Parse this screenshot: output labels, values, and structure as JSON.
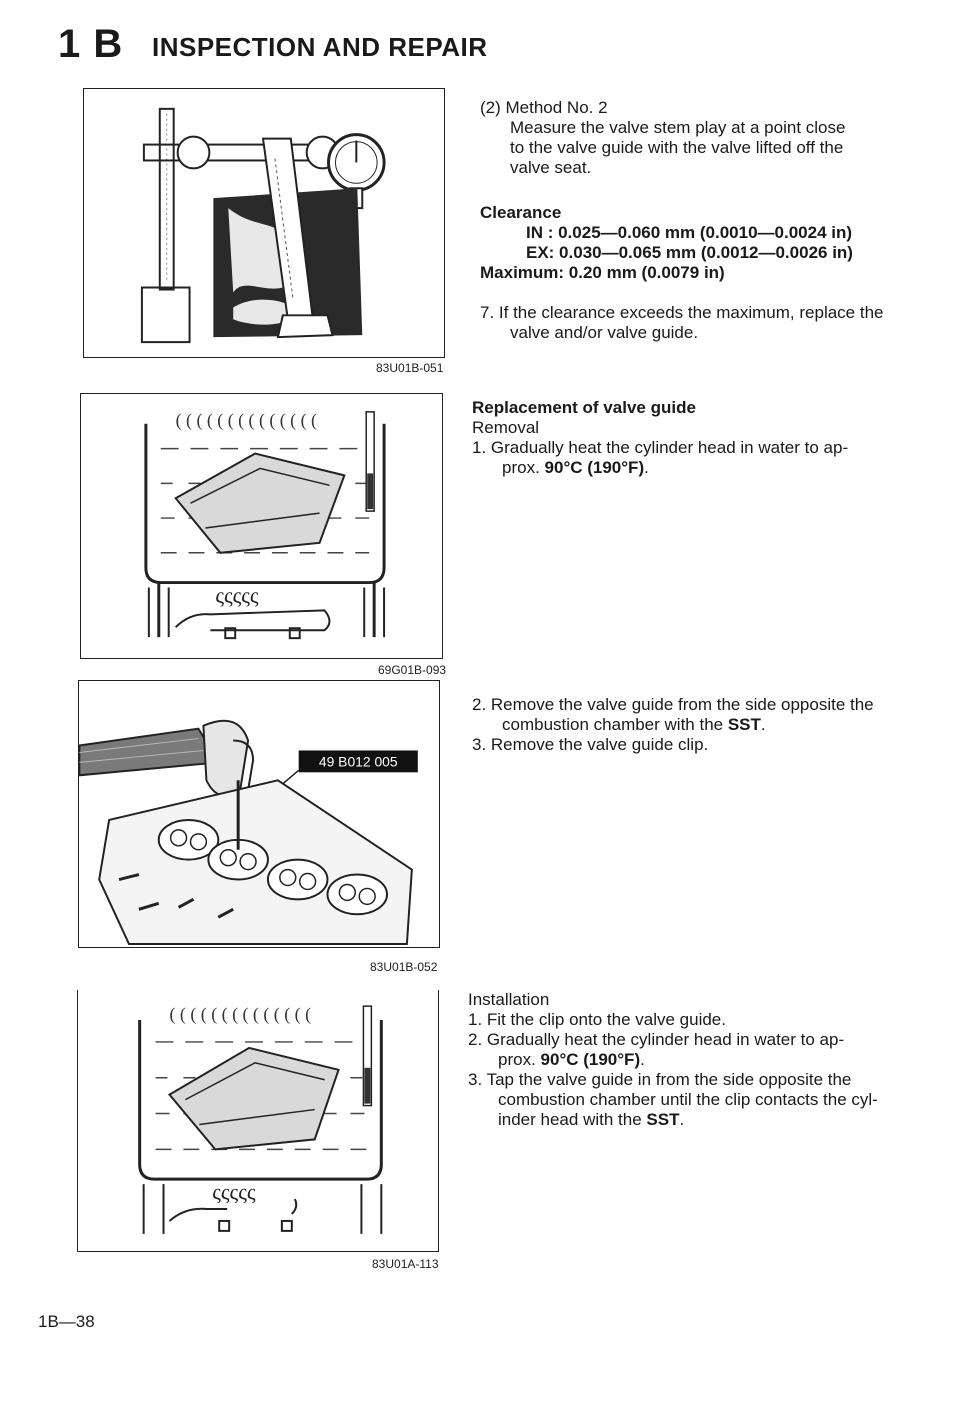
{
  "header": {
    "section_number": "1 B",
    "title": "INSPECTION AND REPAIR"
  },
  "figures": [
    {
      "caption": "83U01B-051"
    },
    {
      "caption": "69G01B-093"
    },
    {
      "caption": "83U01B-052",
      "tool_label": "49 B012 005"
    },
    {
      "caption": "83U01A-113"
    }
  ],
  "method2": {
    "heading": "(2) Method No. 2",
    "body_lines": [
      "Measure the valve stem play at a point close",
      "to the valve guide with the valve lifted off the",
      "valve seat."
    ]
  },
  "clearance": {
    "label": "Clearance",
    "in_spec": "IN : 0.025—0.060 mm (0.0010—0.0024 in)",
    "ex_spec": "EX: 0.030—0.065 mm (0.0012—0.0026 in)",
    "max_spec": "Maximum: 0.20 mm (0.0079 in)"
  },
  "step7": {
    "line1": "7. If the clearance exceeds the maximum, replace the",
    "line2": "valve and/or valve guide."
  },
  "replacement": {
    "heading": "Replacement of valve guide",
    "removal_label": "Removal",
    "step1_line1": "1. Gradually heat the cylinder head in water to ap-",
    "step1_line2_prefix": "prox. ",
    "step1_temp": "90°C (190°F)",
    "step1_suffix": "."
  },
  "removal_steps": {
    "step2_line1": "2. Remove the valve guide from the side opposite the",
    "step2_line2_prefix": "combustion chamber with the ",
    "step2_sst": "SST",
    "step2_suffix": ".",
    "step3": "3. Remove the valve guide clip."
  },
  "installation": {
    "label": "Installation",
    "step1": "1. Fit the clip onto the valve guide.",
    "step2_line1": "2. Gradually heat the cylinder head in water to ap-",
    "step2_line2_prefix": "prox. ",
    "step2_temp": "90°C (190°F)",
    "step2_suffix": ".",
    "step3_line1": "3. Tap the valve guide in from the side opposite the",
    "step3_line2": "combustion chamber until the clip contacts the cyl-",
    "step3_line3_prefix": "inder head with the ",
    "step3_sst": "SST",
    "step3_suffix": "."
  },
  "footer": {
    "page_number": "1B—38"
  }
}
